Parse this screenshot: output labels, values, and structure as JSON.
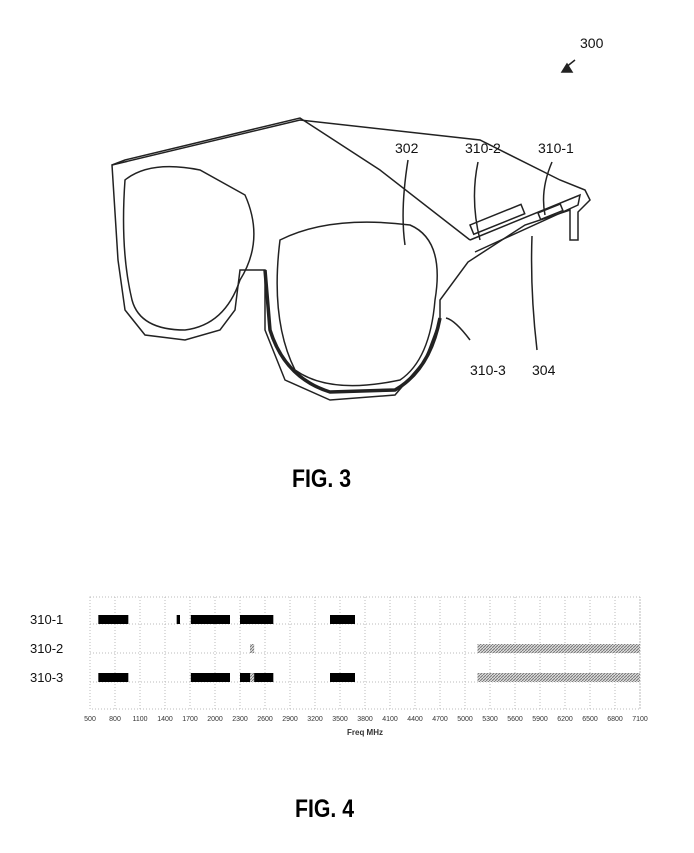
{
  "fig3": {
    "caption": "FIG. 3",
    "refs": {
      "device": "300",
      "frame": "302",
      "temple": "304",
      "sensor1": "310-1",
      "sensor2": "310-2",
      "sensor3": "310-3"
    }
  },
  "fig4": {
    "caption": "FIG. 4"
  },
  "chart_data": {
    "type": "bar",
    "subtype": "horizontal-range",
    "xlabel": "Freq MHz",
    "xlim": [
      500,
      7100
    ],
    "xticks": [
      500,
      800,
      1100,
      1400,
      1700,
      2000,
      2300,
      2600,
      2900,
      3200,
      3500,
      3800,
      4100,
      4400,
      4700,
      5000,
      5300,
      5600,
      5900,
      6200,
      6500,
      6800,
      7100
    ],
    "grid": true,
    "rows": [
      {
        "name": "310-1",
        "ranges": [
          {
            "from": 600,
            "to": 960,
            "style": "solid"
          },
          {
            "from": 1540,
            "to": 1580,
            "style": "solid"
          },
          {
            "from": 1710,
            "to": 2180,
            "style": "solid"
          },
          {
            "from": 2300,
            "to": 2700,
            "style": "solid"
          },
          {
            "from": 3380,
            "to": 3680,
            "style": "solid"
          }
        ]
      },
      {
        "name": "310-2",
        "ranges": [
          {
            "from": 2420,
            "to": 2470,
            "style": "hatched"
          },
          {
            "from": 5150,
            "to": 7100,
            "style": "hatched"
          }
        ]
      },
      {
        "name": "310-3",
        "ranges": [
          {
            "from": 600,
            "to": 960,
            "style": "solid"
          },
          {
            "from": 1710,
            "to": 2180,
            "style": "solid"
          },
          {
            "from": 2300,
            "to": 2420,
            "style": "solid"
          },
          {
            "from": 2420,
            "to": 2470,
            "style": "hatched"
          },
          {
            "from": 2470,
            "to": 2700,
            "style": "solid"
          },
          {
            "from": 3380,
            "to": 3680,
            "style": "solid"
          },
          {
            "from": 5150,
            "to": 7100,
            "style": "hatched"
          }
        ]
      }
    ],
    "colors": {
      "solid": "#000000",
      "hatched": "#aaaaaa",
      "grid": "#bbbbbb"
    }
  }
}
